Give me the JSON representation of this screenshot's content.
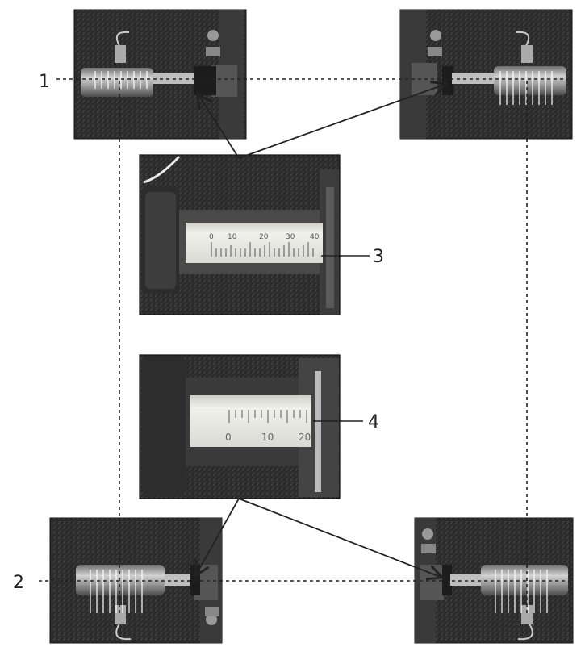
{
  "labels": {
    "ref1": "1",
    "ref2": "2",
    "ref3": "3",
    "ref4": "4"
  },
  "scale_top": {
    "tick_labels": [
      "0",
      "10",
      "20",
      "30",
      "40"
    ]
  },
  "scale_bottom": {
    "tick_labels": [
      "0",
      "10",
      "20"
    ]
  },
  "colors": {
    "photo_bg": "#2a2a2a",
    "metal": "#9a9a9a",
    "scale_face": "#e9e9e4",
    "lines": "#222222"
  }
}
